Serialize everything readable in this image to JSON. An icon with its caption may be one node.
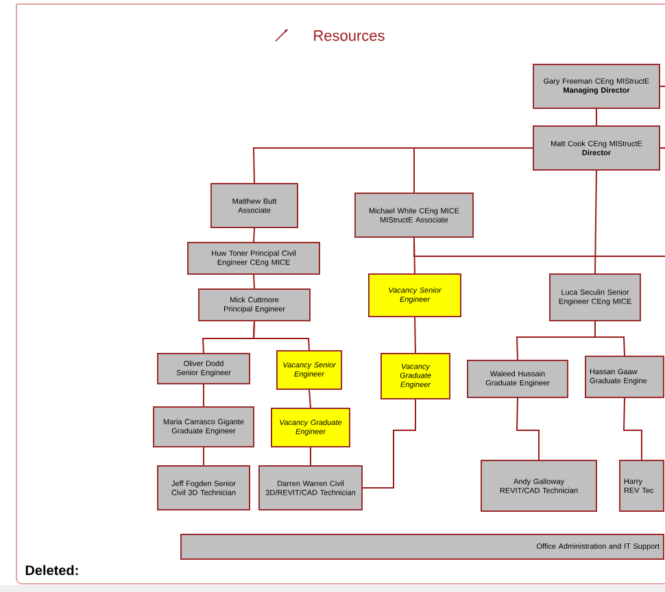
{
  "diagram": {
    "title": "Resources",
    "nodes": [
      {
        "text": [
          "Gary Freeman CEng MIStructE",
          "Managing Director"
        ]
      },
      {
        "text": [
          "Matt Cook CEng MIStructE",
          "Director"
        ]
      },
      {
        "text": [
          "Matthew Butt Associate"
        ]
      },
      {
        "text": [
          "Michael White CEng MICE MIStructE Associate"
        ]
      },
      {
        "text": [
          "Huw Toner Principal Civil Engineer CEng MICE"
        ]
      },
      {
        "text": [
          "Mick Cuttmore Principal Engineer"
        ]
      },
      {
        "text": [
          "Vacancy Senior Engineer"
        ]
      },
      {
        "text": [
          "Luca Seculin Senior Engineer CEng MICE"
        ]
      },
      {
        "text": [
          "Oliver Dodd Senior Engineer"
        ]
      },
      {
        "text": [
          "Vacancy Senior Engineer"
        ]
      },
      {
        "text": [
          "Vacancy Graduate Engineer"
        ]
      },
      {
        "text": [
          "Waleed Hussain Graduate Engineer"
        ]
      },
      {
        "text": [
          "Hassan Gaaw Graduate Engine"
        ]
      },
      {
        "text": [
          "Maria Carrasco Gigante Graduate Engineer"
        ]
      },
      {
        "text": [
          "Vacancy Graduate Engineer"
        ]
      },
      {
        "text": [
          "Jeff Fogden Senior Civil 3D Technician"
        ]
      },
      {
        "text": [
          "Darren Warren Civil 3D/REVIT/CAD Technician"
        ]
      },
      {
        "text": [
          "Andy Galloway REVIT/CAD Technician"
        ]
      },
      {
        "text": [
          "Harry REV Tec"
        ]
      },
      {
        "text": [
          "Office Administration and IT Support"
        ]
      }
    ],
    "edges": [
      {
        "from": 0,
        "to": 1,
        "arrow": "none"
      },
      {
        "from": 1,
        "to": 2,
        "arrow": "none"
      },
      {
        "from": 1,
        "to": 3,
        "arrow": "none"
      },
      {
        "from": 1,
        "to": 7,
        "arrow": "none"
      },
      {
        "from": 3,
        "to": 6,
        "arrow": "none"
      },
      {
        "from": 3,
        "to": null,
        "arrow": "none"
      },
      {
        "from": 0,
        "to": null,
        "arrow": "none"
      },
      {
        "from": 1,
        "to": null,
        "arrow": "none"
      },
      {
        "from": 2,
        "to": 4,
        "arrow": "none"
      },
      {
        "from": 4,
        "to": 5,
        "arrow": "none"
      },
      {
        "from": 5,
        "to": 8,
        "arrow": "none"
      },
      {
        "from": 5,
        "to": 9,
        "arrow": "none"
      },
      {
        "from": 8,
        "to": 13,
        "arrow": "none"
      },
      {
        "from": 9,
        "to": 14,
        "arrow": "none"
      },
      {
        "from": 13,
        "to": 15,
        "arrow": "none"
      },
      {
        "from": 14,
        "to": 16,
        "arrow": "none"
      },
      {
        "from": 6,
        "to": 10,
        "arrow": "none"
      },
      {
        "from": 7,
        "to": 11,
        "arrow": "none"
      },
      {
        "from": 7,
        "to": 12,
        "arrow": "none"
      },
      {
        "from": 10,
        "to": 16,
        "arrow": "none"
      },
      {
        "from": 11,
        "to": 17,
        "arrow": "none"
      },
      {
        "from": 12,
        "to": 18,
        "arrow": "none"
      }
    ],
    "labels": [
      "Deleted:"
    ]
  }
}
